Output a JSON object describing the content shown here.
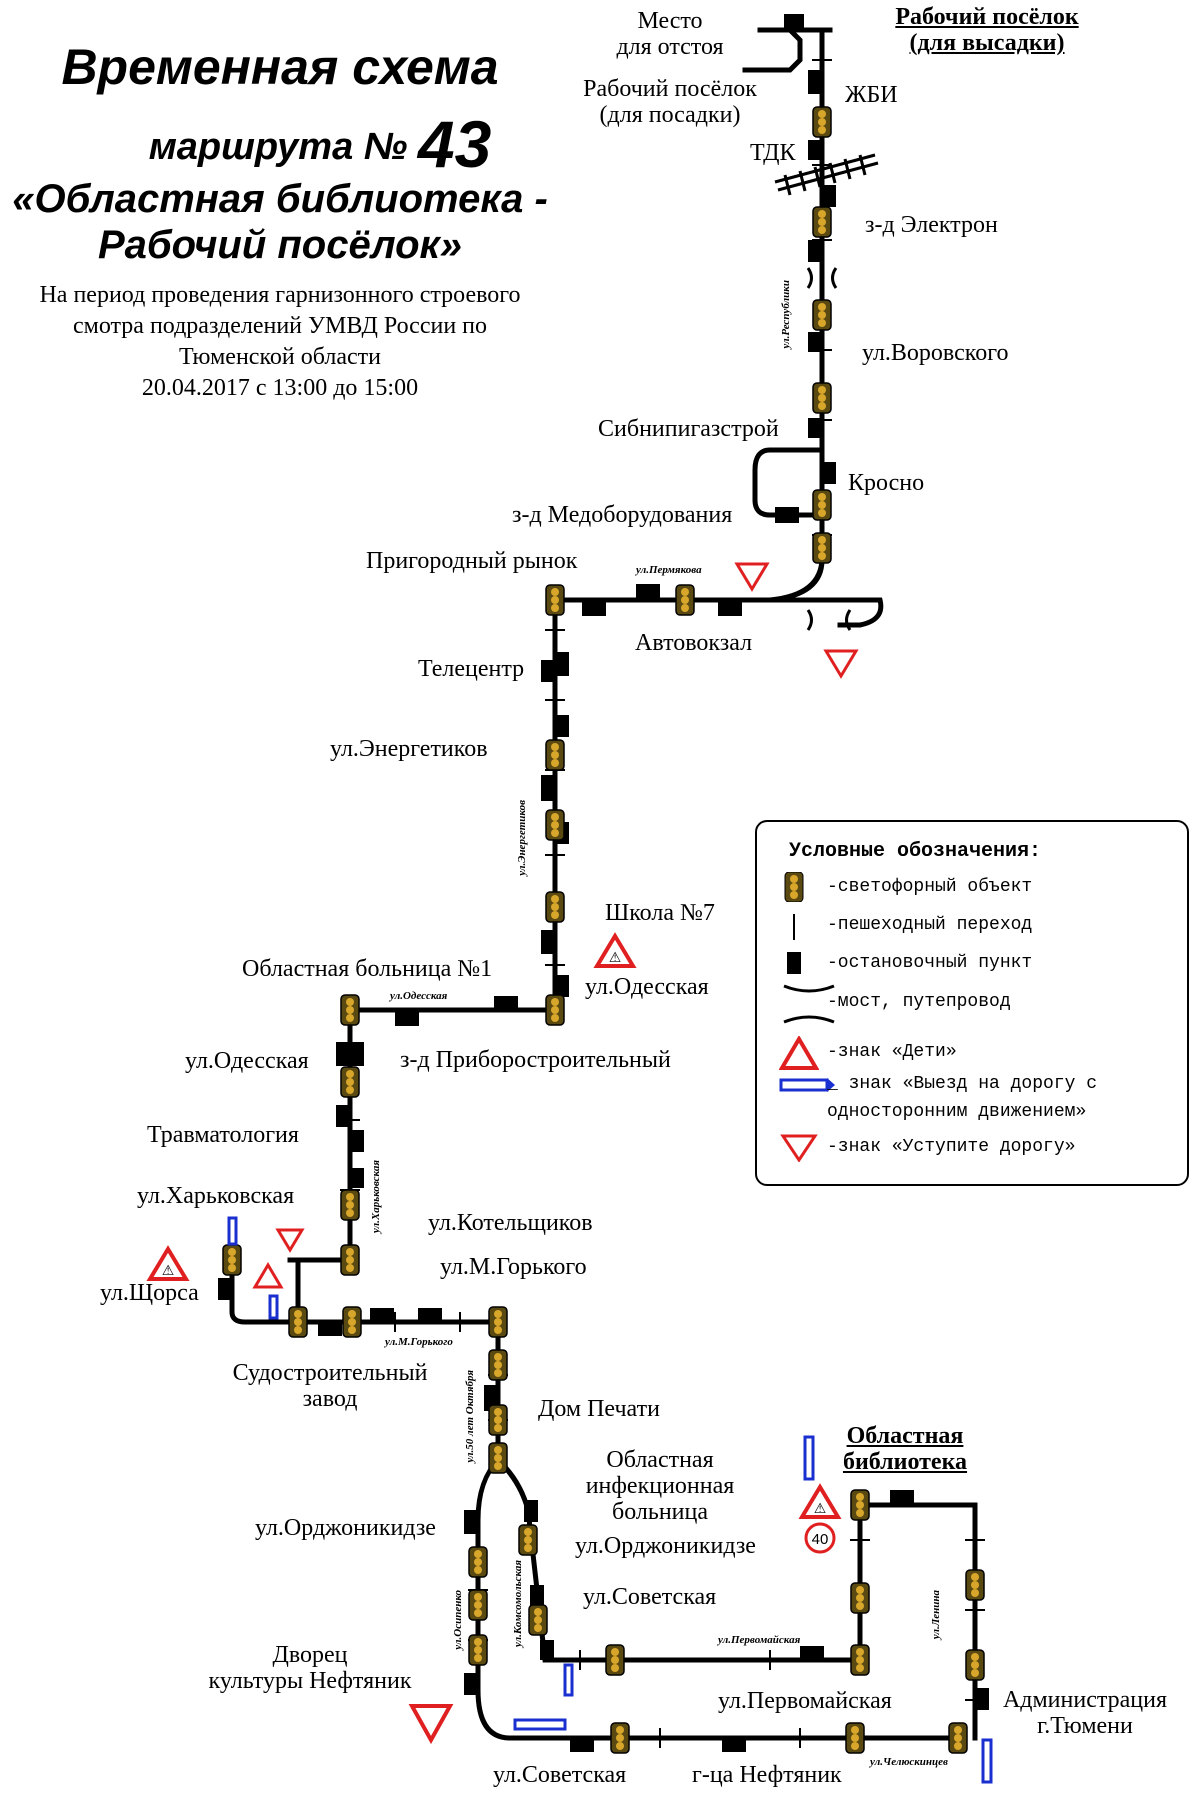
{
  "header": {
    "title_line1": "Временная схема",
    "title_line2": "маршрута №",
    "route_number": "43",
    "title_line3": "«Областная библиотека -",
    "title_line4": "Рабочий посёлок»",
    "subtitle_line1": "На период проведения гарнизонного строевого",
    "subtitle_line2": "смотра подразделений УМВД России по",
    "subtitle_line3": "Тюменской области",
    "subtitle_line4": "20.04.2017 с 13:00 до 15:00"
  },
  "stops": {
    "mesto_line1": "Место",
    "mesto_line2": "для отстоя",
    "rabochiy_vysadka_line1": "Рабочий посёлок",
    "rabochiy_vysadka_line2": "(для высадки)",
    "rabochiy_posadka_line1": "Рабочий посёлок",
    "rabochiy_posadka_line2": "(для посадки)",
    "zhbi": "ЖБИ",
    "tdk": "ТДК",
    "elektron": "з-д Электрон",
    "vorovskogo": "ул.Воровского",
    "sibnipi": "Сибнипигазстрой",
    "krosno": "Кросно",
    "medoborud": "з-д Медоборудования",
    "prigorod": "Пригородный рынок",
    "avtovokzal": "Автовокзал",
    "telecentr": "Телецентр",
    "energetikov": "ул.Энергетиков",
    "shkola7": "Школа №7",
    "bolnica1": "Областная больница №1",
    "odesskaya_right": "ул.Одесская",
    "priborostroit": "з-д Приборостроительный",
    "odesskaya_left": "ул.Одесская",
    "travmatologiya": "Травматология",
    "harkovskaya": "ул.Харьковская",
    "kotelshikov": "ул.Котельщиков",
    "gorkogo": "ул.М.Горького",
    "shorsa": "ул.Щорса",
    "sudostroit_line1": "Судостроительный",
    "sudostroit_line2": "завод",
    "dom_pechati": "Дом Печати",
    "infekc_line1": "Областная",
    "infekc_line2": "инфекционная",
    "infekc_line3": "больница",
    "ordzhonikidze_left": "ул.Орджоникидзе",
    "ordzhonikidze_right": "ул.Орджоникидзе",
    "sovetskaya_mid": "ул.Советская",
    "dvorec_line1": "Дворец",
    "dvorec_line2": "культуры Нефтяник",
    "pervomayskaya": "ул.Первомайская",
    "sovetskaya_bottom": "ул.Советская",
    "gca_neftyanik": "г-ца Нефтяник",
    "biblioteka_line1": "Областная",
    "biblioteka_line2": "библиотека",
    "administraciya_line1": "Администрация",
    "administraciya_line2": "г.Тюмени"
  },
  "streets": {
    "respubliki": "ул.Республики",
    "permyakova": "ул.Пермякова",
    "energetikov": "ул.Энергетиков",
    "odesskaya": "ул.Одесская",
    "harkovskaya": "ул.Харьковская",
    "gorkogo": "ул.М.Горького",
    "oktyabrya": "ул.50 лет Октября",
    "osipenko": "ул.Осипенко",
    "komsomolskaya": "ул.Комсомольская",
    "pervomayskaya": "ул.Первомайская",
    "lenina": "ул.Ленина",
    "chelyuskincev": "ул.Челюскинцев"
  },
  "speed_limit": "40",
  "legend": {
    "title": "Условные обозначения:",
    "items": [
      {
        "icon": "traffic-light-icon",
        "label": "-светофорный объект"
      },
      {
        "icon": "crosswalk-icon",
        "label": "-пешеходный переход"
      },
      {
        "icon": "bus-stop-icon",
        "label": "-остановочный пункт"
      },
      {
        "icon": "bridge-icon",
        "label": "-мост, путепровод"
      },
      {
        "icon": "children-sign-icon",
        "label": "-знак «Дети»"
      },
      {
        "icon": "one-way-exit-sign-icon",
        "label": "_ знак «Выезд на дорогу с"
      },
      {
        "icon": "",
        "label": "односторонним движением»"
      },
      {
        "icon": "yield-sign-icon",
        "label": "-знак «Уступите дорогу»"
      }
    ]
  },
  "colors": {
    "route": "#000000",
    "traffic_light_body": "#5a4a12",
    "traffic_light_lamp": "#d8a62a",
    "sign_red": "#e02020",
    "sign_blue": "#1a2fd0"
  }
}
